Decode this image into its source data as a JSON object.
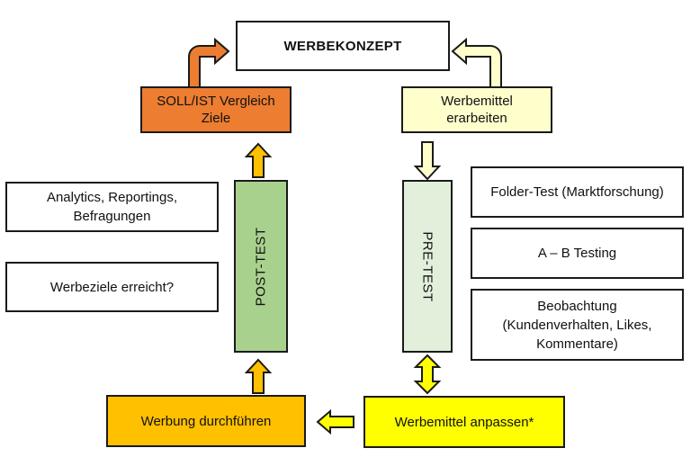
{
  "colors": {
    "orange": "#ED7D31",
    "amber": "#FFC000",
    "yellow": "#FFFF00",
    "pale_yellow": "#FFFFCC",
    "green": "#A9D18E",
    "pale_green": "#E2EFDA",
    "box_white": "#FFFFFF",
    "outline": "#1A1A1A"
  },
  "nodes": {
    "werbekonzept": {
      "lines": [
        "WERBEKONZEPT"
      ]
    },
    "soll_ist_vergleich": {
      "lines": [
        "SOLL/IST Vergleich",
        "Ziele"
      ]
    },
    "werbemittel_erarbeiten": {
      "lines": [
        "Werbemittel",
        "erarbeiten"
      ]
    },
    "post_test": {
      "label": "POST-TEST"
    },
    "pre_test": {
      "label": "PRE-TEST"
    },
    "analytics": {
      "lines": [
        "Analytics, Reportings,",
        "Befragungen"
      ]
    },
    "werbeziele": {
      "lines": [
        "Werbeziele erreicht?"
      ]
    },
    "folder_test": {
      "lines": [
        "Folder-Test (Marktforschung)"
      ]
    },
    "ab_testing": {
      "lines": [
        "A – B Testing"
      ]
    },
    "beobachtung": {
      "lines": [
        "Beobachtung",
        "(Kundenverhalten, Likes,",
        "Kommentare)"
      ]
    },
    "werbung_durchfuehren": {
      "lines": [
        "Werbung durchführen"
      ]
    },
    "werbemittel_anpassen": {
      "lines": [
        "Werbemittel anpassen*"
      ]
    }
  },
  "arrows": {
    "soll_ist_to_werbekonzept": {
      "icon": "bent-arrow-up-right-icon",
      "color": "orange"
    },
    "werbemittel_to_werbekonzept": {
      "icon": "bent-arrow-up-left-icon",
      "color": "pale_yellow"
    },
    "post_test_to_soll_ist": {
      "icon": "arrow-up-icon",
      "color": "amber"
    },
    "erarbeiten_to_pre_test": {
      "icon": "arrow-down-icon",
      "color": "pale_yellow"
    },
    "werbung_to_post_test": {
      "icon": "arrow-up-icon",
      "color": "amber"
    },
    "pre_test_anpassen_two_way": {
      "icon": "arrow-up-down-icon",
      "color": "yellow"
    },
    "anpassen_to_werbung": {
      "icon": "arrow-left-icon",
      "color": "yellow"
    }
  }
}
